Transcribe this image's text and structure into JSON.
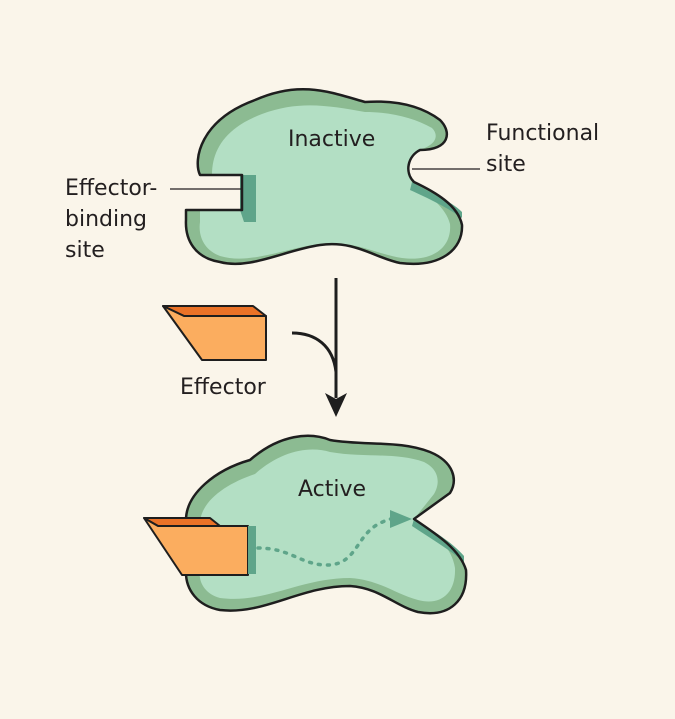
{
  "labels": {
    "inactive": "Inactive",
    "active": "Active",
    "functional_site": "Functional\nsite",
    "effector_binding_site": "Effector-\nbinding\nsite",
    "effector": "Effector"
  },
  "colors": {
    "background": "#faf5ea",
    "protein_fill": "#b3dfc4",
    "protein_shadow": "#8cbb92",
    "protein_outline": "#1e1e1e",
    "effector_front": "#fbad5f",
    "effector_side": "#ea7227",
    "arrow": "#1e1e1e",
    "signal_path": "#5fa58a"
  }
}
